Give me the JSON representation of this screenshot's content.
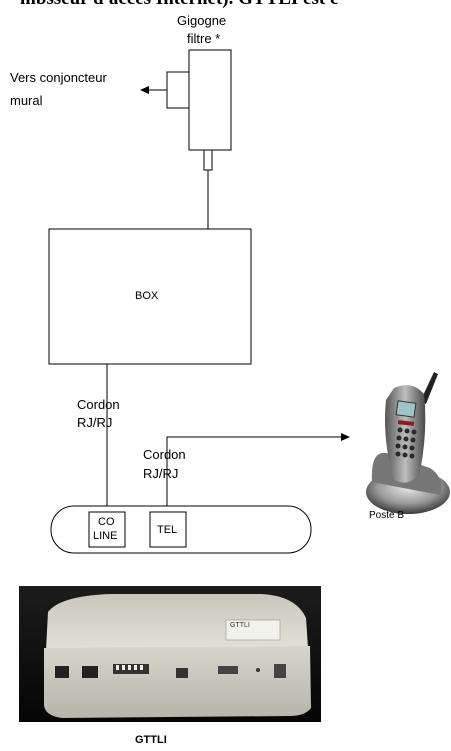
{
  "header": {
    "text": "mbsseur d'accès Internet). GTTLI est c"
  },
  "filter": {
    "title_line1": "Gigogne",
    "title_line2": "filtre *"
  },
  "wall": {
    "line1": "Vers conjoncteur",
    "line2": "mural"
  },
  "box": {
    "label": "BOX"
  },
  "cord1": {
    "line1": "Cordon",
    "line2": "RJ/RJ"
  },
  "cord2": {
    "line1": "Cordon",
    "line2": "RJ/RJ"
  },
  "device": {
    "port1_line1": "CO",
    "port1_line2": "LINE",
    "port2": "TEL",
    "caption": "GTTLI",
    "photo_badge": "GTTLI"
  },
  "phone": {
    "caption": "Poste B"
  },
  "colors": {
    "line": "#000000",
    "device_body": "#dcdad0",
    "phone_body": "#8a8a8a"
  }
}
